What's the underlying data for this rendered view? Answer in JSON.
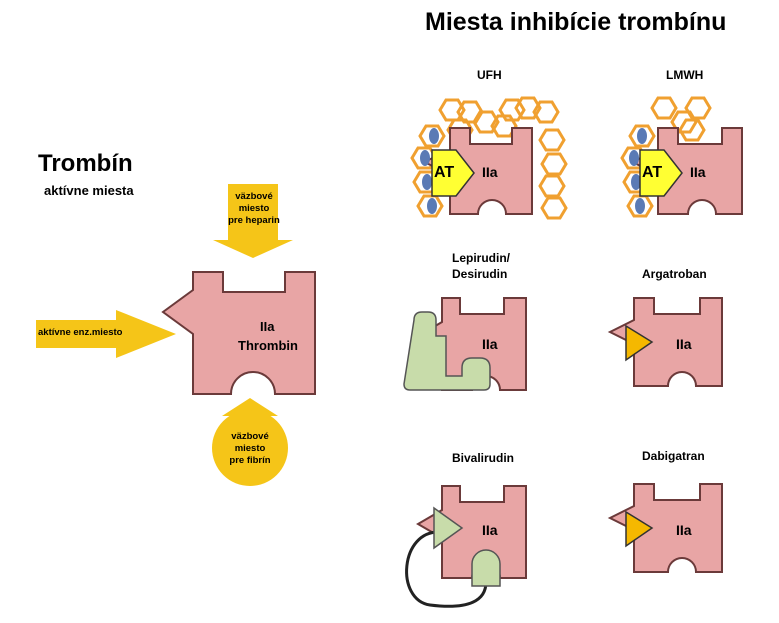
{
  "title": "Miesta inhibície trombínu",
  "left": {
    "heading": "Trombín",
    "subheading": "aktívne miesta",
    "enzyme_label": "IIa",
    "enzyme_name": "Thrombin",
    "heparin_site": [
      "väzbové",
      "miesto",
      "pre heparin"
    ],
    "active_site": "aktívne enz.miesto",
    "fibrin_site": [
      "väzbové",
      "miesto",
      "pre fibrín"
    ]
  },
  "panels": [
    {
      "label": "UFH",
      "enzyme": "IIa",
      "inhibitor": "AT"
    },
    {
      "label": "LMWH",
      "enzyme": "IIa",
      "inhibitor": "AT"
    },
    {
      "label": "Lepirudin/\nDesirudin",
      "label_lines": [
        "Lepirudin/",
        "Desirudin"
      ],
      "enzyme": "IIa"
    },
    {
      "label": "Argatroban",
      "enzyme": "IIa"
    },
    {
      "label": "Bivalirudin",
      "enzyme": "IIa"
    },
    {
      "label": "Dabigatran",
      "enzyme": "IIa"
    }
  ],
  "colors": {
    "thrombin": "#e8a5a5",
    "thrombin_stroke": "#6b3a3a",
    "arrow": "#f5c518",
    "at": "#ffff33",
    "hexagon_orange": "#f0a030",
    "hexagon_blue": "#5a7ab5",
    "hirudin_green": "#c8dcaa",
    "small_inhibitor": "#f5b800"
  }
}
